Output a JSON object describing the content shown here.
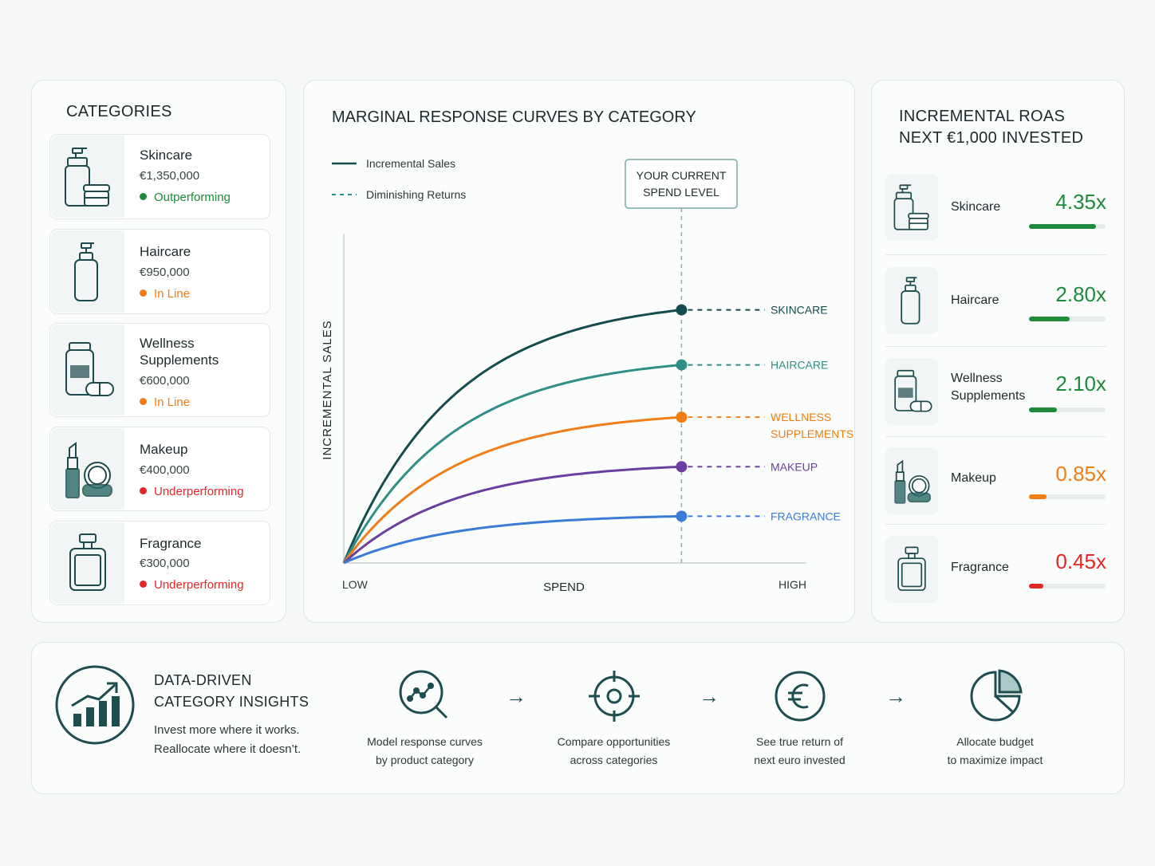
{
  "categories": {
    "title": "CATEGORIES",
    "items": [
      {
        "name": "Skincare",
        "value": "€1,350,000",
        "status": "Outperforming",
        "status_color": "#1e8a3a",
        "icon": "skincare-icon"
      },
      {
        "name": "Haircare",
        "value": "€950,000",
        "status": "In Line",
        "status_color": "#f07d16",
        "icon": "haircare-icon"
      },
      {
        "name": "Wellness\nSupplements",
        "value": "€600,000",
        "status": "In Line",
        "status_color": "#f07d16",
        "icon": "supplements-icon"
      },
      {
        "name": "Makeup",
        "value": "€400,000",
        "status": "Underperforming",
        "status_color": "#e32727",
        "icon": "makeup-icon"
      },
      {
        "name": "Fragrance",
        "value": "€300,000",
        "status": "Underperforming",
        "status_color": "#e32727",
        "icon": "fragrance-icon"
      }
    ]
  },
  "chart_data": {
    "type": "line",
    "title": "MARGINAL RESPONSE CURVES BY CATEGORY",
    "xlabel": "SPEND",
    "ylabel": "INCREMENTAL SALES",
    "x_tick_labels": [
      "LOW",
      "HIGH"
    ],
    "legend": [
      {
        "label": "Incremental Sales",
        "style": "solid"
      },
      {
        "label": "Diminishing Returns",
        "style": "dashed"
      }
    ],
    "marker_label": "YOUR CURRENT\nSPEND LEVEL",
    "marker_x": 0.73,
    "series": [
      {
        "name": "SKINCARE",
        "label_lines": [
          "SKINCARE"
        ],
        "color": "#154c4e",
        "plateau": 0.92
      },
      {
        "name": "HAIRCARE",
        "label_lines": [
          "HAIRCARE"
        ],
        "color": "#2f8f86",
        "plateau": 0.72
      },
      {
        "name": "WELLNESS SUPPLEMENTS",
        "label_lines": [
          "WELLNESS",
          "SUPPLEMENTS"
        ],
        "color": "#f07d16",
        "plateau": 0.53
      },
      {
        "name": "MAKEUP",
        "label_lines": [
          "MAKEUP"
        ],
        "color": "#6b3fa0",
        "plateau": 0.35
      },
      {
        "name": "FRAGRANCE",
        "label_lines": [
          "FRAGRANCE"
        ],
        "color": "#3a7bd5",
        "plateau": 0.17
      }
    ]
  },
  "roas": {
    "title_line1": "INCREMENTAL ROAS",
    "title_line2": "NEXT €1,000 INVESTED",
    "items": [
      {
        "name": "Skincare",
        "value": "4.35x",
        "color": "#1e8a3a",
        "fill": 0.87,
        "icon": "skincare-icon"
      },
      {
        "name": "Haircare",
        "value": "2.80x",
        "color": "#1e8a3a",
        "fill": 0.53,
        "icon": "haircare-icon"
      },
      {
        "name": "Wellness\nSupplements",
        "value": "2.10x",
        "color": "#1e8a3a",
        "fill": 0.36,
        "icon": "supplements-icon"
      },
      {
        "name": "Makeup",
        "value": "0.85x",
        "color": "#f07d16",
        "fill": 0.23,
        "icon": "makeup-icon"
      },
      {
        "name": "Fragrance",
        "value": "0.45x",
        "color": "#e32727",
        "fill": 0.19,
        "icon": "fragrance-icon"
      }
    ]
  },
  "insights": {
    "title_line1": "DATA-DRIVEN",
    "title_line2": "CATEGORY INSIGHTS",
    "sub_line1": "Invest more where it works.",
    "sub_line2": "Reallocate where it doesn’t.",
    "steps": [
      {
        "line1": "Model response curves",
        "line2": "by product category",
        "icon": "analysis-icon"
      },
      {
        "line1": "Compare opportunities",
        "line2": "across categories",
        "icon": "target-icon"
      },
      {
        "line1": "See true return of",
        "line2": "next euro invested",
        "icon": "euro-icon"
      },
      {
        "line1": "Allocate budget",
        "line2": "to maximize impact",
        "icon": "pie-chart-icon"
      }
    ],
    "arrow": "→"
  }
}
